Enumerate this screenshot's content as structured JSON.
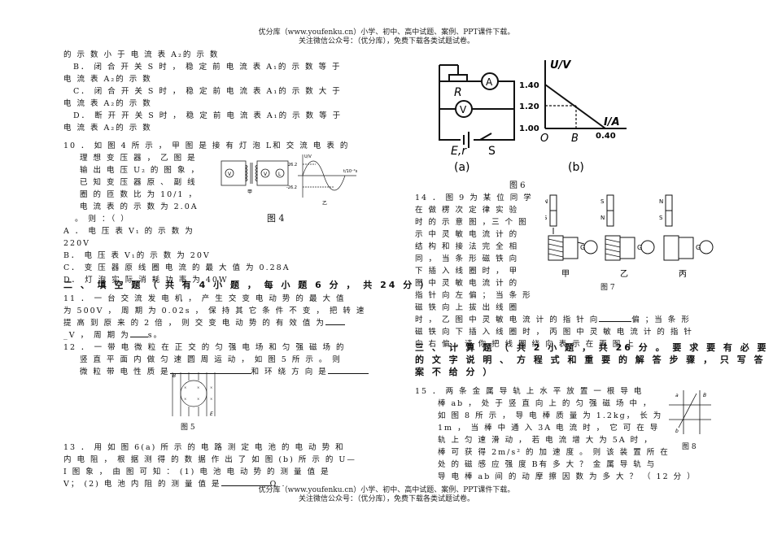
{
  "header": {
    "line1": "优分库（www.youfenku.cn）小学、初中、高中试题、案例、PPT课件下载。",
    "line2": "关注微信公众号：（优分库），免费下载各类试题试卷。"
  },
  "footer": {
    "line1": "优分库（www.youfenku.cn）小学、初中、高中试题、案例、PPT课件下载。",
    "line2": "关注微信公众号：（优分库），免费下载各类试题试卷。"
  },
  "left": {
    "l1": "的 示 数 小 于 电 流 表 A₂的 示 数",
    "l2": "B． 闭 合 开 关 S 时 ， 稳 定 前 电 流 表 A₁的 示 数 等 于",
    "l3": "电 流 表 A₂的 示 数",
    "l4": "C． 闭 合 开 关 S 时 ， 稳 定 前 电 流 表 A₁的 示 数 大 于",
    "l5": "电 流 表 A₂的 示 数",
    "l6": "D． 断 开 开 关 S 时 ， 稳 定 前 电 流 表 A₁的 示 数 等 于",
    "l7": "电 流 表 A₂的 示 数",
    "q10a": "10 ． 如 图 4 所 示 ， 甲 图 是 接 有 灯 泡 L和 交 流 电 表 的",
    "q10b": "理 想 变 压 器 ， 乙 图 是",
    "q10c": "输 出 电 压 U₂ 的 图 象 ，",
    "q10d": "已 知 变 压 器 原 、 副 线",
    "q10e": "圈 的 匝 数 比 为 10/1 ，",
    "q10f": "电 流 表 的 示 数 为 2.0A",
    "q10g": "。 则 ：（          ）",
    "q10A": "A ． 电 压 表 V₁ 的 示 数 为",
    "q10A2": "220V",
    "q10B": "B． 电 压 表 V₁的 示 数 为 20V",
    "q10C": "C． 变 压 器 原 线 圈 电 流 的 最 大 值 为 0.28A",
    "q10D": "D． 灯 泡 实 际 消 耗 功 率 为 40W",
    "sec2": "二 、 填 空 题 （ 共 有 4 小 题 ， 每 小 题 6 分 ， 共 24 分 ）",
    "q11a": "11 ． 一 台 交 流 发 电 机 ， 产 生 交 变 电 动 势 的 最 大 值",
    "q11b": "为 500V ， 周 期 为 0.02s ， 保 持 其 它 条 件 不 变 ， 把 转 速",
    "q11c": "提 高 到 原 来 的 2 倍 ， 则 交 变 电 动 势 的 有 效 值 为",
    "q11d": "_V ， 周 期 为",
    "q11e": "s。",
    "q12a": "12 ． 一 带 电 微 粒 在 正 交 的 匀 强 电 场 和 匀 强 磁 场 的",
    "q12b": "竖 直 平 面 内 做 匀 速 圆 周 运 动 ， 如 图 5 所 示 。 则",
    "q12c": "微 粒 带 电 性 质 是",
    "q12d": "和 环 绕 方 向 是",
    "fig5": "图 5",
    "q13a": "13 ． 用 如 图 6(a) 所 示 的 电 路 测 定 电 池 的 电 动 势 和",
    "q13b": "内 电 阻 ， 根 据 测 得 的 数 据 作 出 了 如 图 (b) 所 示 的 U—",
    "q13c": "I 图 象 ， 由 图 可 知 ： (1) 电 池 电 动 势 的 测 量 值 是",
    "q13d": "V；",
    "q13e": "(2) 电 池 内 阻 的 测 量 值 是",
    "q13f": "Ω ."
  },
  "fig4": {
    "caption": "图 4",
    "u_label": "U/V",
    "t_label": "t/10⁻²s",
    "pos": "26.2",
    "neg": "-26.2",
    "jia": "甲",
    "yi": "乙"
  },
  "fig6": {
    "caption": "图      6",
    "R": "R",
    "A": "A",
    "V": "V",
    "Er": "E,r",
    "S": "S",
    "a": "(a)",
    "b": "(b)",
    "U": "U/V",
    "I": "I/A",
    "y1": "1.40",
    "y2": "1.20",
    "y3": "1.00",
    "O": "O",
    "B": "B",
    "x1": "0.40"
  },
  "fig7": {
    "caption": "图      7",
    "N": "N",
    "S": "S",
    "G": "G",
    "jia": "甲",
    "yi": "乙",
    "bing": "丙"
  },
  "right": {
    "q14a": "14 ． 图 9 为 某 位 同 学",
    "q14b": "在 做 楞 次 定 律 实 验",
    "q14c": "时 的 示 意 图 ，三 个 图",
    "q14d": "示 中 灵 敏 电 流 计 的",
    "q14e": "结 构 和 接 法 完 全 相",
    "q14f": "同 ， 当 条 形 磁 铁 向",
    "q14g": "下 插 入 线 圈 时 ， 甲",
    "q14h": "图 中 灵 敏 电 流 计 的",
    "q14i": "指 针 向 左 偏 ； 当 条 形",
    "q14j": "磁 铁 向 上 拔 出 线 圈",
    "q14k": "时 ， 乙 图 中 灵 敏 电 流 计 的 指 针 向",
    "q14k2": "偏 ；当 条 形",
    "q14l": "磁 铁 向 下 插 入 线 圈 时 ， 丙 图 中 灵 敏 电 流 计 的 指 针",
    "q14m": "向 右 偏 ，请 你 把 线 圈 绕 向 表 示 在 丙 图 上 .",
    "sec3a": "三 、 计 算 题 （ 共 2 小 题 ， 共 26 分 。 要 求 要 有 必 要",
    "sec3b": "的 文 字 说 明 、 方 程 式 和 重 要 的 解 答 步 骤 ， 只 写 答",
    "sec3c": "案 不 给 分 ）",
    "q15a": "15 ． 两 条 金 属 导 轨 上 水 平 放 置 一 根 导 电",
    "q15b": "棒 ab ， 处 于 竖 直 向 上 的 匀 强 磁 场 中 ，",
    "q15c": "如 图 8 所 示 ， 导 电 棒 质 量 为 1.2kg， 长 为",
    "q15d": "1m ， 当 棒 中 通 入 3A 电 流 时 ， 它 可 在 导",
    "q15e": "轨 上 匀 速 滑 动 ， 若 电 流 增 大 为 5A 时 ，",
    "q15f": "棒 可 获 得 2m/s² 的 加 速 度 。 则 该 装 置 所 在",
    "q15g": "处 的 磁 感 应 强 度 B有 多 大 ？ 金 属 导 轨 与",
    "q15h": "导 电 棒 ab 间 的 动 摩 擦 因 数 为 多 大 ？ （ 12 分 ）",
    "fig8": "图 8"
  }
}
